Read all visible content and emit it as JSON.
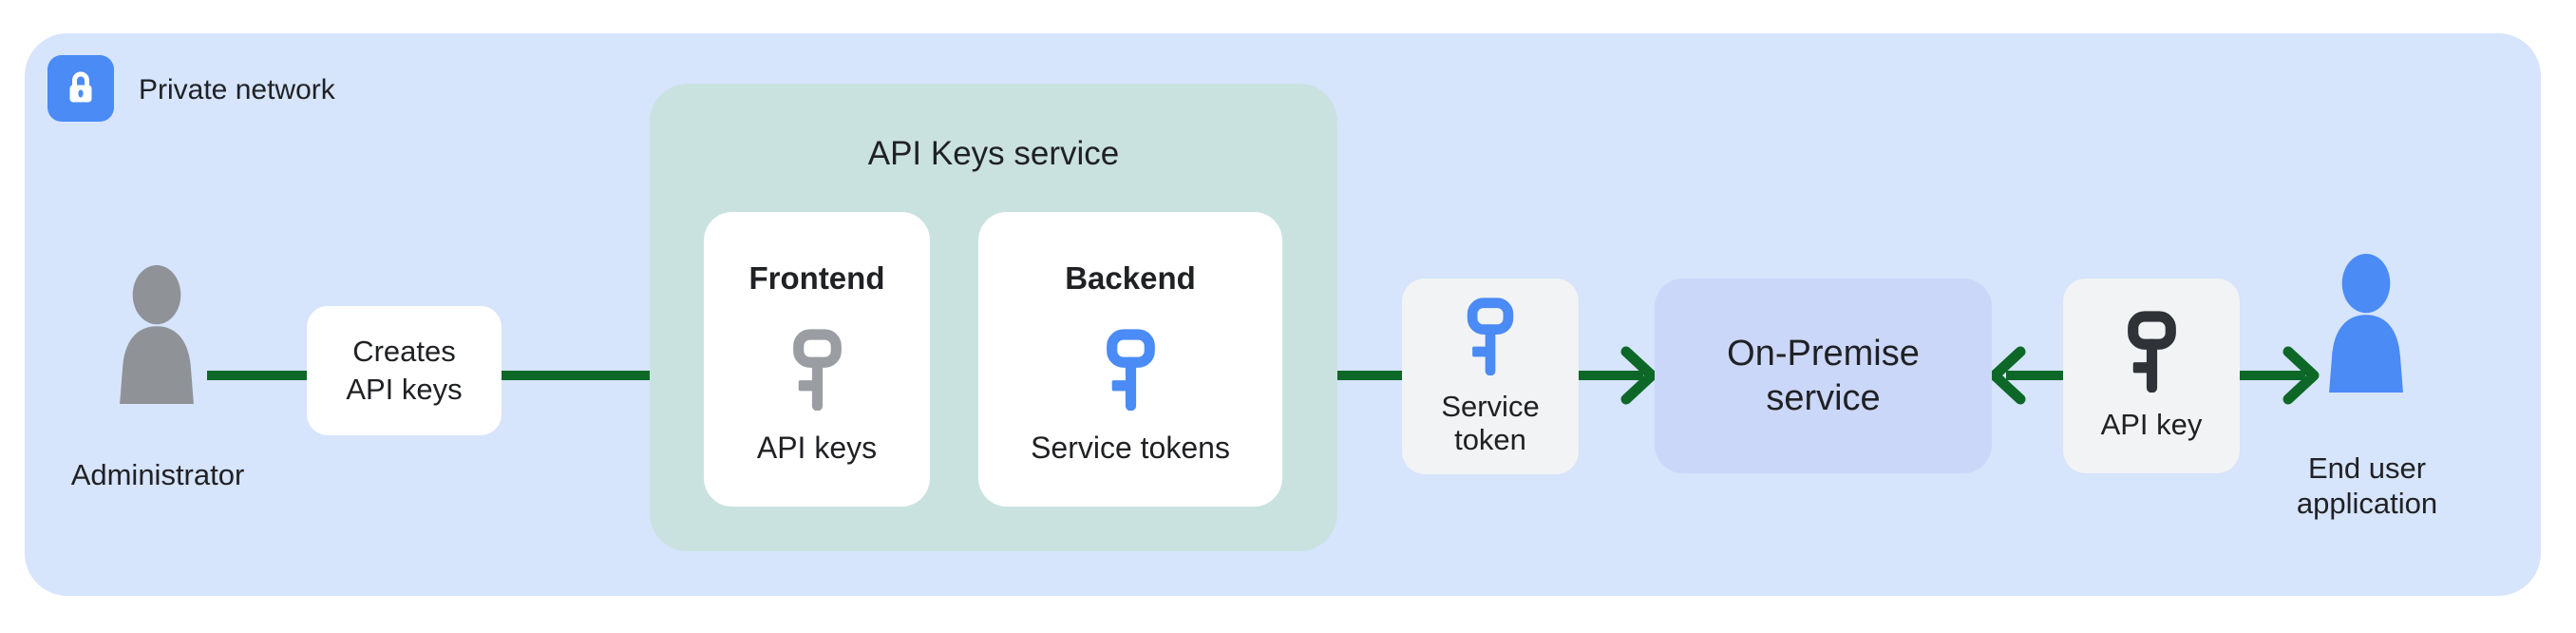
{
  "colors": {
    "zone-bg": "#d6e4fc",
    "service-bg": "#c9e2e0",
    "onprem-bg": "#cbd7f8",
    "card-gray": "#f1f3f4",
    "card-white": "#ffffff",
    "accent-blue": "#4a8bf5",
    "arrow-green": "#0d6828",
    "person-gray": "#8f9398",
    "key-gray": "#9a9da2",
    "key-dark": "#2f3337",
    "text": "#202124"
  },
  "icons": {
    "private_network": "lock-icon",
    "administrator": "person-icon",
    "frontend": "key-icon",
    "backend": "key-icon",
    "service_token": "key-icon",
    "api_key": "key-icon",
    "end_user": "person-icon"
  },
  "private_network": {
    "label": "Private network"
  },
  "administrator": {
    "label": "Administrator"
  },
  "creates_box": {
    "line1": "Creates",
    "line2": "API keys"
  },
  "service_zone": {
    "title": "API Keys service"
  },
  "frontend_card": {
    "title": "Frontend",
    "caption": "API keys"
  },
  "backend_card": {
    "title": "Backend",
    "caption": "Service tokens"
  },
  "service_token_card": {
    "line1": "Service",
    "line2": "token"
  },
  "on_premise_box": {
    "line1": "On-Premise",
    "line2": "service"
  },
  "api_key_card": {
    "label": "API key"
  },
  "end_user": {
    "line1": "End user",
    "line2": "application"
  }
}
